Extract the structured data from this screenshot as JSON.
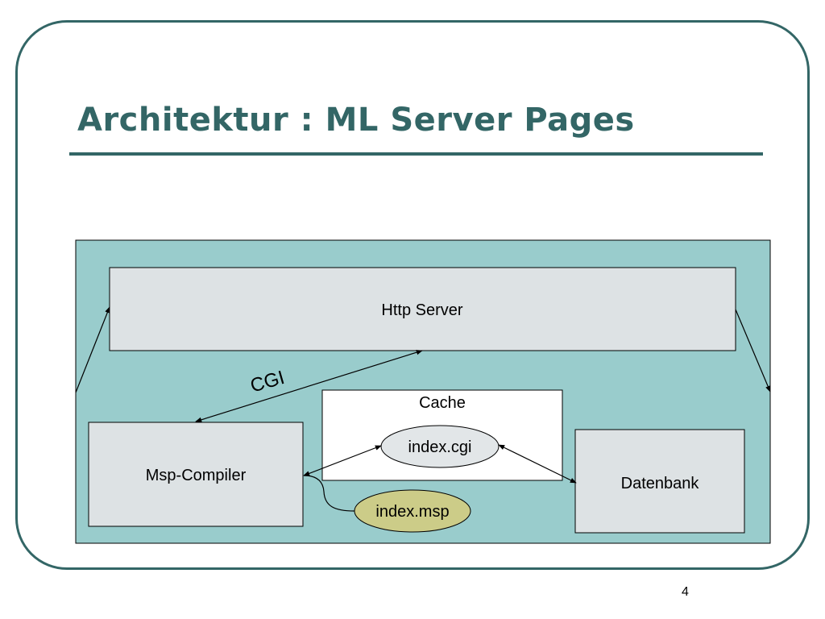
{
  "slide": {
    "title": "Architektur : ML Server Pages",
    "page_number": "4"
  },
  "diagram": {
    "nodes": {
      "http_server": "Http Server",
      "cache": "Cache",
      "index_cgi": "index.cgi",
      "msp_compiler": "Msp-Compiler",
      "datenbank": "Datenbank",
      "index_msp": "index.msp"
    },
    "edges": {
      "cgi_label": "CGI"
    }
  },
  "colors": {
    "accent": "#336666",
    "diagram_background": "#99cccc",
    "box_fill": "#dde2e4",
    "cache_fill": "#ffffff",
    "index_cgi_fill": "#e2e6e8",
    "index_msp_fill": "#cccc88"
  }
}
